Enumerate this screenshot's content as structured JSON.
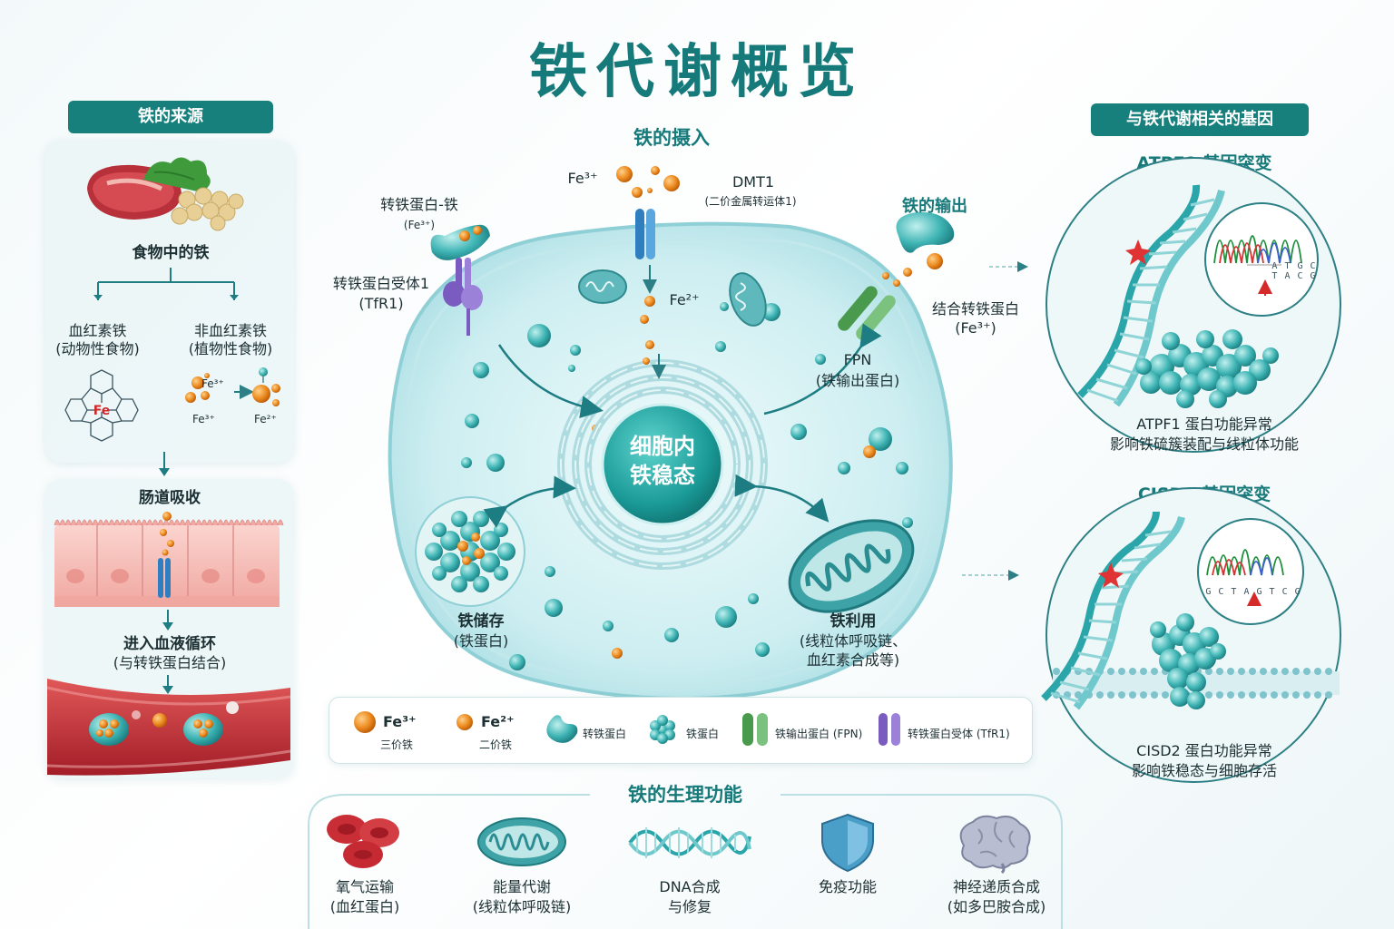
{
  "title": "铁代谢概览",
  "left": {
    "header": "铁的来源",
    "food_label": "食物中的铁",
    "heme_label_1": "血红素铁",
    "heme_label_2": "(动物性食物)",
    "nonheme_label_1": "非血红素铁",
    "nonheme_label_2": "(植物性食物)",
    "heme_fe": "Fe",
    "ion_fe3": "Fe³⁺",
    "ion_fe3_b": "Fe³⁺",
    "ion_fe2": "Fe²⁺",
    "gut_label": "肠道吸收",
    "blood_label_1": "进入血液循环",
    "blood_label_2": "(与转铁蛋白结合)"
  },
  "center": {
    "uptake_title": "铁的摄入",
    "fe3_top": "Fe³⁺",
    "dmt1_1": "DMT1",
    "dmt1_2": "(二价金属转运体1)",
    "tf_fe_1": "转铁蛋白-铁",
    "tf_fe_2": "(Fe³⁺)",
    "tfr1_1": "转铁蛋白受体1",
    "tfr1_2": "(TfR1)",
    "fe2_inner": "Fe²⁺",
    "export_title": "铁的输出",
    "bound_tf_1": "结合转铁蛋白",
    "bound_tf_2": "(Fe³⁺)",
    "fpn_1": "FPN",
    "fpn_2": "(铁输出蛋白)",
    "core_1": "细胞内",
    "core_2": "铁稳态",
    "storage_1": "铁储存",
    "storage_2": "(铁蛋白)",
    "use_1": "铁利用",
    "use_2": "(线粒体呼吸链、",
    "use_3": "血红素合成等)"
  },
  "legend": {
    "items": [
      {
        "title": "Fe³⁺",
        "sub": "三价铁"
      },
      {
        "title": "Fe²⁺",
        "sub": "二价铁"
      },
      {
        "title": "转铁蛋白"
      },
      {
        "title": "铁蛋白"
      },
      {
        "title": "铁输出蛋白 (FPN)"
      },
      {
        "title": "转铁蛋白受体 (TfR1)"
      }
    ]
  },
  "functions": {
    "title": "铁的生理功能",
    "items": [
      {
        "l1": "氧气运输",
        "l2": "(血红蛋白)"
      },
      {
        "l1": "能量代谢",
        "l2": "(线粒体呼吸链)"
      },
      {
        "l1": "DNA合成",
        "l2": "与修复"
      },
      {
        "l1": "免疫功能",
        "l2": ""
      },
      {
        "l1": "神经递质合成",
        "l2": "(如多巴胺合成)"
      }
    ]
  },
  "right": {
    "header": "与铁代谢相关的基因",
    "gene1_title": "ATPF1 基因突变",
    "gene1_seq": "A T G C T A C G",
    "gene1_l1": "ATPF1 蛋白功能异常",
    "gene1_l2": "影响铁硫簇装配与线粒体功能",
    "gene2_title": "CISD2 基因突变",
    "gene2_seq": "G C T A G T C G",
    "gene2_l1": "CISD2 蛋白功能异常",
    "gene2_l2": "影响铁稳态与细胞存活"
  },
  "colors": {
    "teal": "#16797a",
    "fe3": "#e8891c",
    "fe2": "#f0a030",
    "tfr1": "#7a5bc0",
    "fpn": "#4a9a4e",
    "dmt1": "#2f7fc0"
  }
}
